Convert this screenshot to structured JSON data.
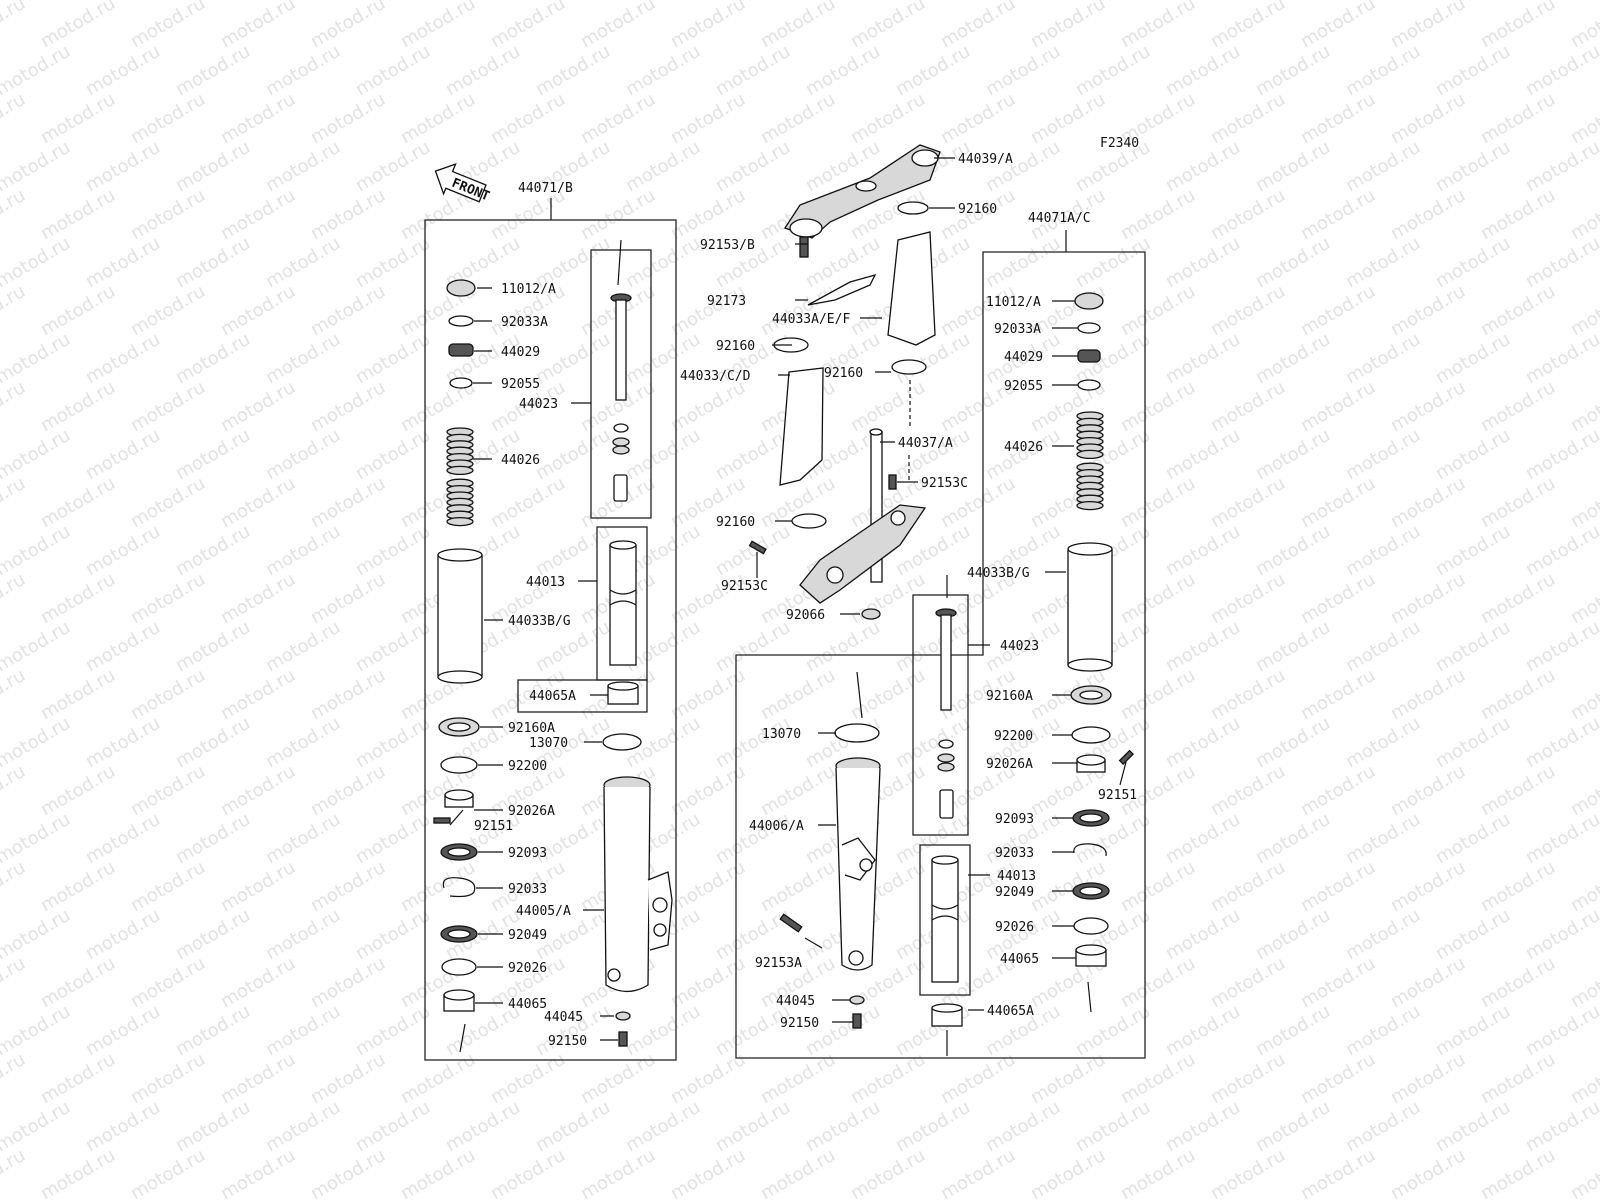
{
  "watermark": "motod.ru",
  "figure_code": "F2340",
  "front_label": "FRONT",
  "callouts": {
    "l_44071": "44071/B",
    "l_11012": "11012/A",
    "l_92033A": "92033A",
    "l_44029": "44029",
    "l_92055": "92055",
    "l_44023": "44023",
    "l_44026": "44026",
    "l_44013": "44013",
    "l_44033BG": "44033B/G",
    "l_44065A": "44065A",
    "l_92160A": "92160A",
    "l_13070": "13070",
    "l_92200": "92200",
    "l_92026A": "92026A",
    "l_92151": "92151",
    "l_92093": "92093",
    "l_92033": "92033",
    "l_44005": "44005/A",
    "l_92049": "92049",
    "l_92026": "92026",
    "l_44065": "44065",
    "l_44045": "44045",
    "l_92150": "92150",
    "c_44039": "44039/A",
    "c_92160a": "92160",
    "c_92153B": "92153/B",
    "c_92173": "92173",
    "c_44033AEF": "44033A/E/F",
    "c_92160b": "92160",
    "c_44033CD": "44033/C/D",
    "c_92160c": "92160",
    "c_44037": "44037/A",
    "c_92153Ca": "92153C",
    "c_92160d": "92160",
    "c_92153Cb": "92153C",
    "c_92066": "92066",
    "r_44071": "44071A/C",
    "r_11012": "11012/A",
    "r_92033A": "92033A",
    "r_44029": "44029",
    "r_92055": "92055",
    "r_44026": "44026",
    "r_44033BG": "44033B/G",
    "r_44023": "44023",
    "r_92160A": "92160A",
    "r_13070": "13070",
    "r_92200": "92200",
    "r_92026A": "92026A",
    "r_92151": "92151",
    "r_44006": "44006/A",
    "r_92093": "92093",
    "r_92033": "92033",
    "r_44013": "44013",
    "r_92049": "92049",
    "r_92153A": "92153A",
    "r_92026": "92026",
    "r_44065": "44065",
    "r_44045": "44045",
    "r_92150": "92150",
    "r_44065A": "44065A"
  }
}
